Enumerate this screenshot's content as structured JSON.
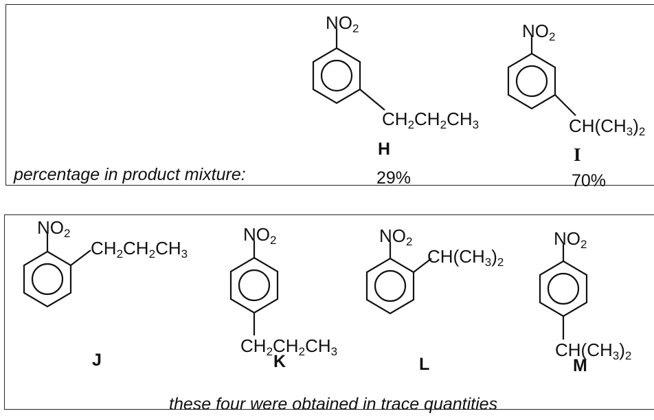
{
  "top_panel": {
    "compounds": [
      {
        "id": "H",
        "nitro": "NO",
        "nitro_sub": "2",
        "chain_parts": [
          [
            "CH",
            "2"
          ],
          [
            "CH",
            "2"
          ],
          [
            "CH",
            "3"
          ]
        ],
        "percent": "29%"
      },
      {
        "id": "I",
        "nitro": "NO",
        "nitro_sub": "2",
        "chain_parts": [
          [
            "CH(CH",
            "3"
          ],
          [
            ")",
            "2"
          ]
        ],
        "percent": "70%"
      }
    ],
    "caption": "percentage in product mixture:"
  },
  "bottom_panel": {
    "compounds": [
      {
        "id": "J",
        "nitro": "NO",
        "nitro_sub": "2"
      },
      {
        "id": "K",
        "nitro": "NO",
        "nitro_sub": "2"
      },
      {
        "id": "L",
        "nitro": "NO",
        "nitro_sub": "2"
      },
      {
        "id": "M",
        "nitro": "NO",
        "nitro_sub": "2"
      }
    ],
    "caption": "these four were obtained in trace quantities"
  },
  "substituents": {
    "propyl": {
      "t1": "CH",
      "s1": "2",
      "t2": "CH",
      "s2": "2",
      "t3": "CH",
      "s3": "3"
    },
    "isopropyl": {
      "t1": "CH(CH",
      "s1": "3",
      "t2": ")",
      "s2": "2"
    }
  }
}
